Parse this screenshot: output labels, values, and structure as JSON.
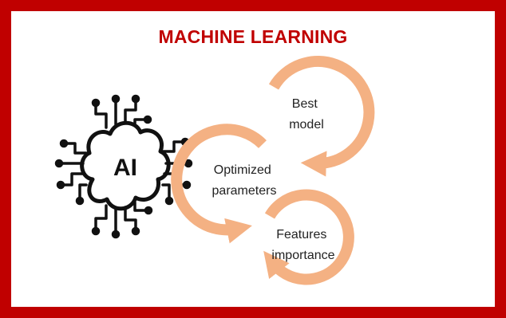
{
  "title": "MACHINE LEARNING",
  "ai_icon": {
    "icon": "ai-brain-circuit-icon",
    "text": "AI"
  },
  "cycles": [
    {
      "lines": [
        "Best",
        "model"
      ]
    },
    {
      "lines": [
        "Optimized",
        "parameters"
      ]
    },
    {
      "lines": [
        "Features",
        "importance"
      ]
    }
  ],
  "colors": {
    "border": "#c00000",
    "title": "#c00000",
    "arrow": "#f4b183",
    "icon": "#111111",
    "text": "#222222"
  }
}
